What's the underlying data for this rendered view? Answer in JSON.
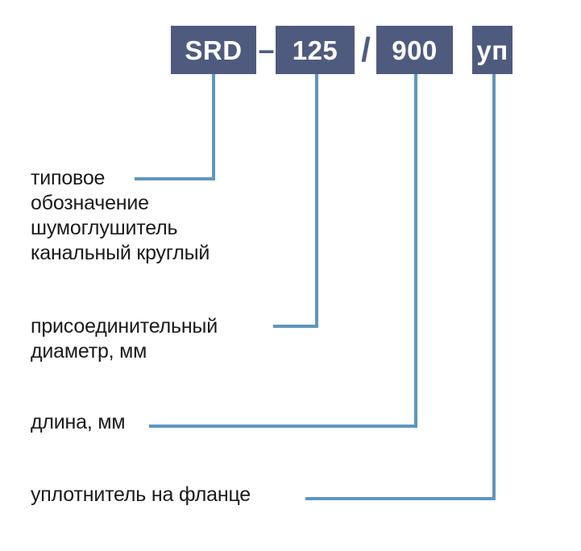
{
  "diagram": {
    "title_code": "SRD-125/900 уп",
    "colors": {
      "box_fill": "#4f5b7e",
      "box_text": "#ffffff",
      "leader_line": "#5e96be",
      "label_text": "#1a1a1a",
      "background": "#ffffff"
    },
    "code_parts": [
      {
        "key": "type",
        "value": "SRD",
        "separator_after": "–"
      },
      {
        "key": "dia",
        "value": "125",
        "separator_after": "/"
      },
      {
        "key": "len",
        "value": "900",
        "separator_after": ""
      },
      {
        "key": "seal",
        "value": "уп",
        "separator_after": ""
      }
    ],
    "separators": {
      "dash": "–",
      "slash": "/"
    },
    "labels": [
      {
        "key": "type",
        "text": "типовое\nобозначение\nшумоглушитель\nканальный круглый"
      },
      {
        "key": "dia",
        "text": "присоединительный\nдиаметр, мм"
      },
      {
        "key": "len",
        "text": "длина, мм"
      },
      {
        "key": "seal",
        "text": "уплотнитель на фланце"
      }
    ]
  }
}
